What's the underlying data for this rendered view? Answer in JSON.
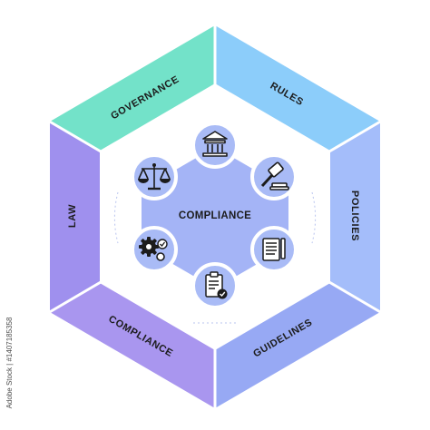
{
  "segments": [
    {
      "label": "GOVERNANCE",
      "color": "#73e2c9"
    },
    {
      "label": "RULES",
      "color": "#8ccdfa"
    },
    {
      "label": "POLICIES",
      "color": "#a4bdfa"
    },
    {
      "label": "GUIDELINES",
      "color": "#97a9f4"
    },
    {
      "label": "COMPLIANCE",
      "color": "#a996ef"
    },
    {
      "label": "LAW",
      "color": "#9f90ee"
    }
  ],
  "center": {
    "label": "COMPLIANCE",
    "color": "#a4b4f6"
  },
  "icons": [
    {
      "name": "bank-icon"
    },
    {
      "name": "gavel-icon"
    },
    {
      "name": "checklist-icon"
    },
    {
      "name": "clipboard-icon"
    },
    {
      "name": "gears-icon"
    },
    {
      "name": "scales-icon"
    }
  ],
  "watermark": "Adobe Stock | #1407185358"
}
